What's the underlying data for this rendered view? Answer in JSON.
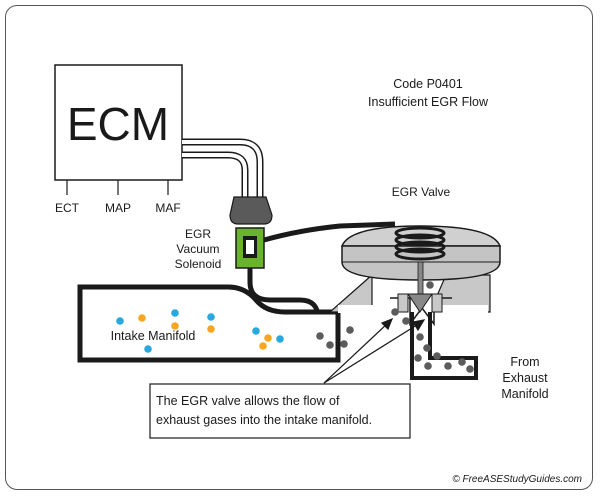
{
  "ecm": {
    "title": "ECM",
    "sensors": [
      "ECT",
      "MAP",
      "MAF"
    ]
  },
  "code": {
    "line1": "Code P0401",
    "line2": "Insufficient EGR Flow"
  },
  "egr_valve_label": "EGR Valve",
  "solenoid_label": [
    "EGR",
    "Vacuum",
    "Solenoid"
  ],
  "intake_label": "Intake Manifold",
  "exhaust_label": [
    "From",
    "Exhaust",
    "Manifold"
  ],
  "callout": [
    "The EGR valve allows the flow of",
    "exhaust gases into the intake manifold."
  ],
  "copyright": "© FreeASEStudyGuides.com",
  "colors": {
    "solenoid_green": "#6ab42d",
    "connector_gray": "#5a5a5a",
    "valve_gray": "#d0d0d0",
    "valve_dark": "#888888",
    "air_blue": "#29a8df",
    "fuel_orange": "#f5a623",
    "exhaust_gray": "#5c5c5c"
  }
}
